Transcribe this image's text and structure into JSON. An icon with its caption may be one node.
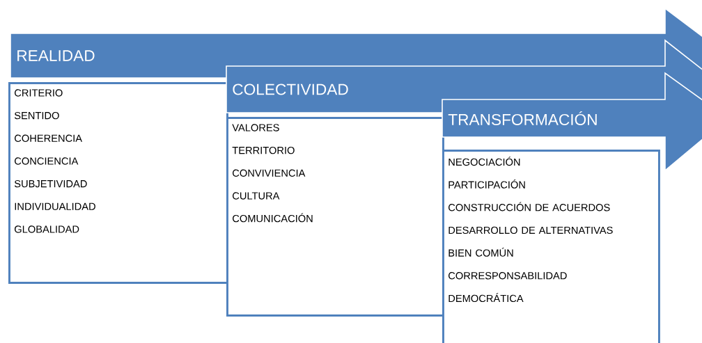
{
  "diagram": {
    "nodes": [
      {
        "text": [
          "REALIDAD"
        ]
      },
      {
        "text": [
          "CRITERIO",
          "SENTIDO",
          "COHERENCIA",
          "CONCIENCIA",
          "SUBJETIVIDAD",
          "INDIVIDUALIDAD",
          "GLOBALIDAD"
        ]
      },
      {
        "text": [
          "COLECTIVIDAD"
        ]
      },
      {
        "text": [
          "VALORES",
          "TERRITORIO",
          "CONVIVIENCIA",
          "CULTURA",
          "COMUNICACIÓN"
        ]
      },
      {
        "text": [
          "TRANSFORMACIÓN"
        ]
      },
      {
        "text": [
          "NEGOCIACIÓN",
          "PARTICIPACIÓN",
          "CONSTRUCCIÓN DE ACUERDOS",
          "DESARROLLO DE ALTERNATIVAS",
          "BIEN COMÚN",
          "CORRESPONSABILIDAD DEMOCRÁTICA"
        ]
      }
    ]
  }
}
